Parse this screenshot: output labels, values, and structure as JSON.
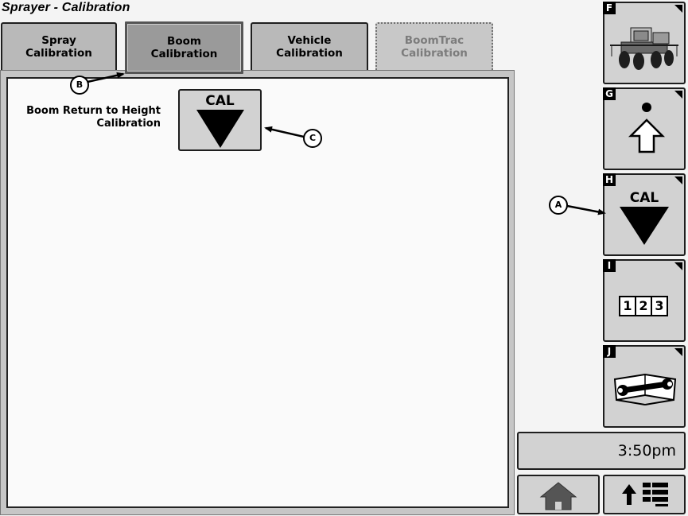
{
  "title": "Sprayer - Calibration",
  "tabs": [
    {
      "label": "Spray\nCalibration",
      "state": "normal"
    },
    {
      "label": "Boom\nCalibration",
      "state": "active"
    },
    {
      "label": "Vehicle\nCalibration",
      "state": "normal"
    },
    {
      "label": "BoomTrac\nCalibration",
      "state": "disabled"
    }
  ],
  "main": {
    "setting_label": "Boom Return to Height\nCalibration",
    "cal_button_label": "CAL"
  },
  "softkeys": {
    "f": {
      "key": "F",
      "icon": "sprayer-vehicle-icon"
    },
    "g": {
      "key": "G",
      "icon": "dot-up-arrow-icon"
    },
    "h": {
      "key": "H",
      "label": "CAL",
      "icon": "down-triangle-icon"
    },
    "i": {
      "key": "I",
      "digits": [
        "1",
        "2",
        "3"
      ],
      "icon": "numeric-entry-icon"
    },
    "j": {
      "key": "J",
      "icon": "wrench-book-icon"
    }
  },
  "clock": "3:50pm",
  "callouts": {
    "a": "A",
    "b": "B",
    "c": "C"
  },
  "icons": {
    "home": "home-icon",
    "menu": "up-arrow-menu-icon"
  }
}
